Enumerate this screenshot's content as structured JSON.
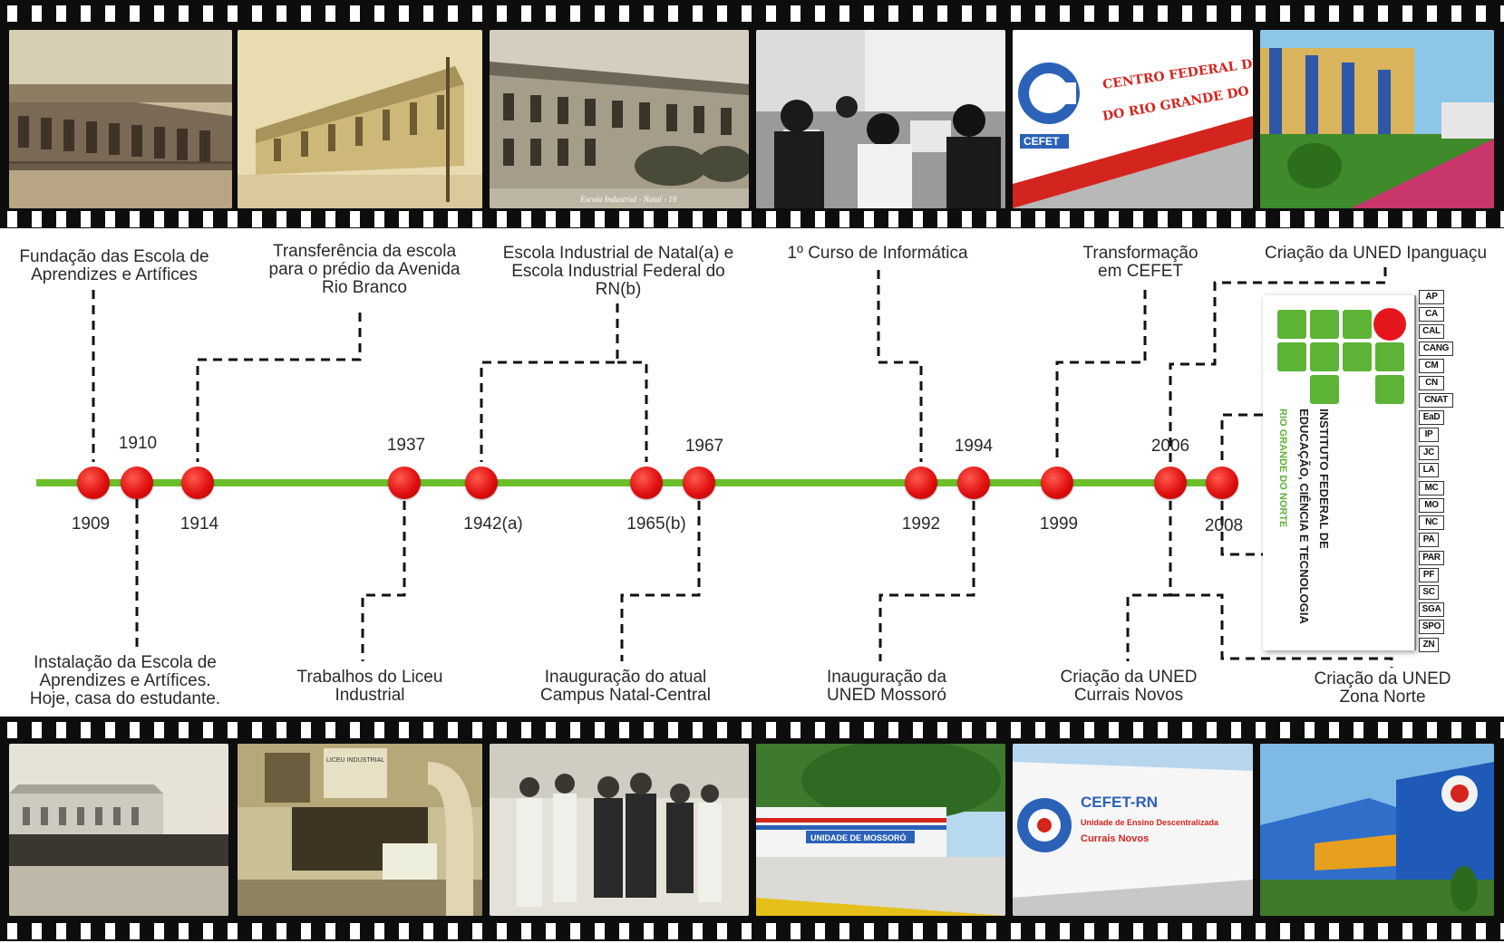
{
  "top_events": [
    {
      "id": "fundacao",
      "text": "Fundação das Escola de\nAprendizes e Artífices"
    },
    {
      "id": "transferencia",
      "text": "Transferência da escola\npara o prédio da Avenida\nRio Branco"
    },
    {
      "id": "escola-industrial",
      "text": "Escola Industrial de Natal(a) e\nEscola Industrial Federal do\nRN(b)"
    },
    {
      "id": "informatica",
      "text": "1º Curso de Informática"
    },
    {
      "id": "cefet",
      "text": "Transformação\nem CEFET"
    },
    {
      "id": "ipanguacu",
      "text": "Criação da UNED Ipanguaçu"
    }
  ],
  "bottom_events": [
    {
      "id": "instalacao",
      "text": "Instalação da Escola de\nAprendizes e Artífices.\nHoje, casa do estudante."
    },
    {
      "id": "liceu",
      "text": "Trabalhos do Liceu\nIndustrial"
    },
    {
      "id": "campus-central",
      "text": "Inauguração do atual\nCampus Natal-Central"
    },
    {
      "id": "mossoro",
      "text": "Inauguração da\nUNED Mossoró"
    },
    {
      "id": "currais-novos",
      "text": "Criação da UNED\nCurrais Novos"
    },
    {
      "id": "zona-norte",
      "text": "Criação da UNED\nZona Norte"
    }
  ],
  "years_above": [
    "1910",
    "1937",
    "1967",
    "1994",
    "2006"
  ],
  "years_below": [
    "1909",
    "1914",
    "1942(a)",
    "1965(b)",
    "1992",
    "1999",
    "2008"
  ],
  "logo": {
    "line1": "INSTITUTO FEDERAL DE",
    "line2": "EDUCAÇÃO, CIÊNCIA E TECNOLOGIA",
    "line3": "RIO GRANDE DO NORTE"
  },
  "campus_codes": [
    "AP",
    "CA",
    "CAL",
    "CANG",
    "CM",
    "CN",
    "CNAT",
    "EaD",
    "IP",
    "JC",
    "LA",
    "MC",
    "MO",
    "NC",
    "PA",
    "PAR",
    "PF",
    "SC",
    "SGA",
    "SPO",
    "ZN"
  ],
  "photo_captions": {
    "cefet_sign_1": "CENTRO FEDERAL DE EDUCAÇÃO",
    "cefet_sign_2": "DO RIO GRANDE DO NORTE",
    "cefet_logo": "CEFET",
    "mossoro_sign": "UNIDADE DE MOSSORÓ",
    "currais_1": "CEFET-RN",
    "currais_2": "Unidade de Ensino Descentralizada",
    "currais_3": "Currais Novos",
    "sepia_caption": "Escola Industrial - Natal - 19",
    "liceu_sign": "LICEU INDUSTRIAL"
  },
  "colors": {
    "axis": "#6abf2a",
    "dot": "#e01010",
    "film": "#0d0d0d",
    "logo_green": "#5db335",
    "logo_red": "#e4161b"
  }
}
